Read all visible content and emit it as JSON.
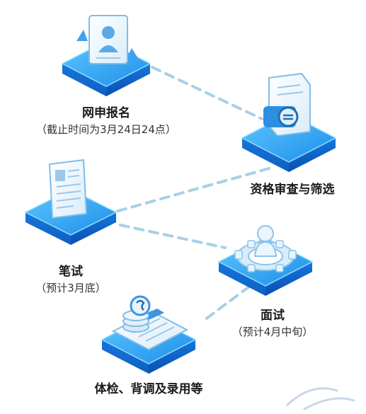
{
  "colors": {
    "platform_top": "#27a6f5",
    "platform_side": "#1470d6",
    "connector": "#a9cfe6",
    "paper": "#eef6fc",
    "paper_line": "#9cc8ea",
    "accent_dark": "#1f6fb0"
  },
  "steps": [
    {
      "title": "网申报名",
      "note": "（截止时间为3月24日24点）",
      "icon": "id-card-icon"
    },
    {
      "title": "资格审查与筛选",
      "note": "",
      "icon": "document-check-icon"
    },
    {
      "title": "笔试",
      "note": "（预计3月底）",
      "icon": "exam-paper-icon"
    },
    {
      "title": "面试",
      "note": "（预计4月中旬）",
      "icon": "interviewer-gear-icon"
    },
    {
      "title": "体检、背调及录用等",
      "note": "",
      "icon": "clipboard-coins-icon"
    }
  ]
}
